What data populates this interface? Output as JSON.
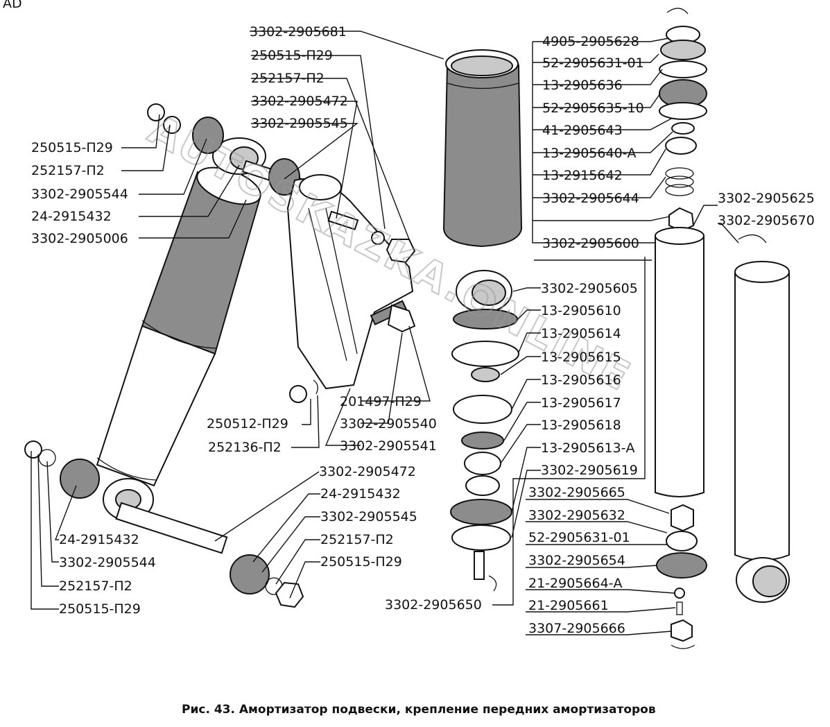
{
  "corner_mark": "AD",
  "caption": "Рис. 43. Амортизатор подвески, крепление передних амортизаторов",
  "watermark": "AUTOSKAZKA.ONLINE",
  "left_labels": [
    "3302-2905681",
    "250515-П29",
    "252157-П2",
    "3302-2905472",
    "3302-2905545",
    "250515-П29",
    "252157-П2",
    "3302-2905544",
    "24-2915432",
    "3302-2905006"
  ],
  "middle_labels": [
    "201497-П29",
    "3302-2905540",
    "3302-2905541",
    "250512-П29",
    "252136-П2"
  ],
  "lower_labels": [
    "3302-2905472",
    "24-2915432",
    "3302-2905545",
    "252157-П2",
    "250515-П29",
    "24-2915432",
    "3302-2905544",
    "252157-П2",
    "250515-П29"
  ],
  "center_labels": [
    "3302-2905605",
    "13-2905610",
    "13-2905614",
    "13-2905615",
    "13-2905616",
    "13-2905617",
    "13-2905618",
    "13-2905613-А",
    "3302-2905619",
    "3302-2905650"
  ],
  "right_labels": [
    "4905-2905628",
    "52-2905631-01",
    "13-2905636",
    "52-2905635-10",
    "41-2905643",
    "13-2905640-А",
    "13-2915642",
    "3302-2905644",
    "3302-2905600",
    "3302-2905625",
    "3302-2905670"
  ],
  "bottom_right_labels": [
    "3302-2905665",
    "3302-2905632",
    "52-2905631-01",
    "3302-2905654",
    "21-2905664-А",
    "21-2905661",
    "3307-2905666"
  ]
}
